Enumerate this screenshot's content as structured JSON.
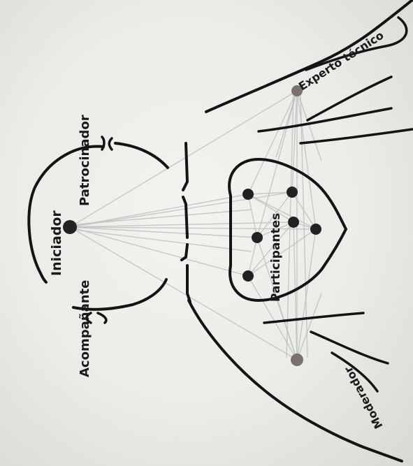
{
  "labels": {
    "iniciador": "Iniciador",
    "patrocinador": "Patrocinador",
    "acompanante": "Acompañante",
    "participantes": "Participantes",
    "experto": "Experto técnico",
    "moderador": "Moderador"
  },
  "colors": {
    "ink": "#141414",
    "links": "#bfbfbf",
    "outer_node": "#7a716c",
    "background": "#ebebe7"
  }
}
